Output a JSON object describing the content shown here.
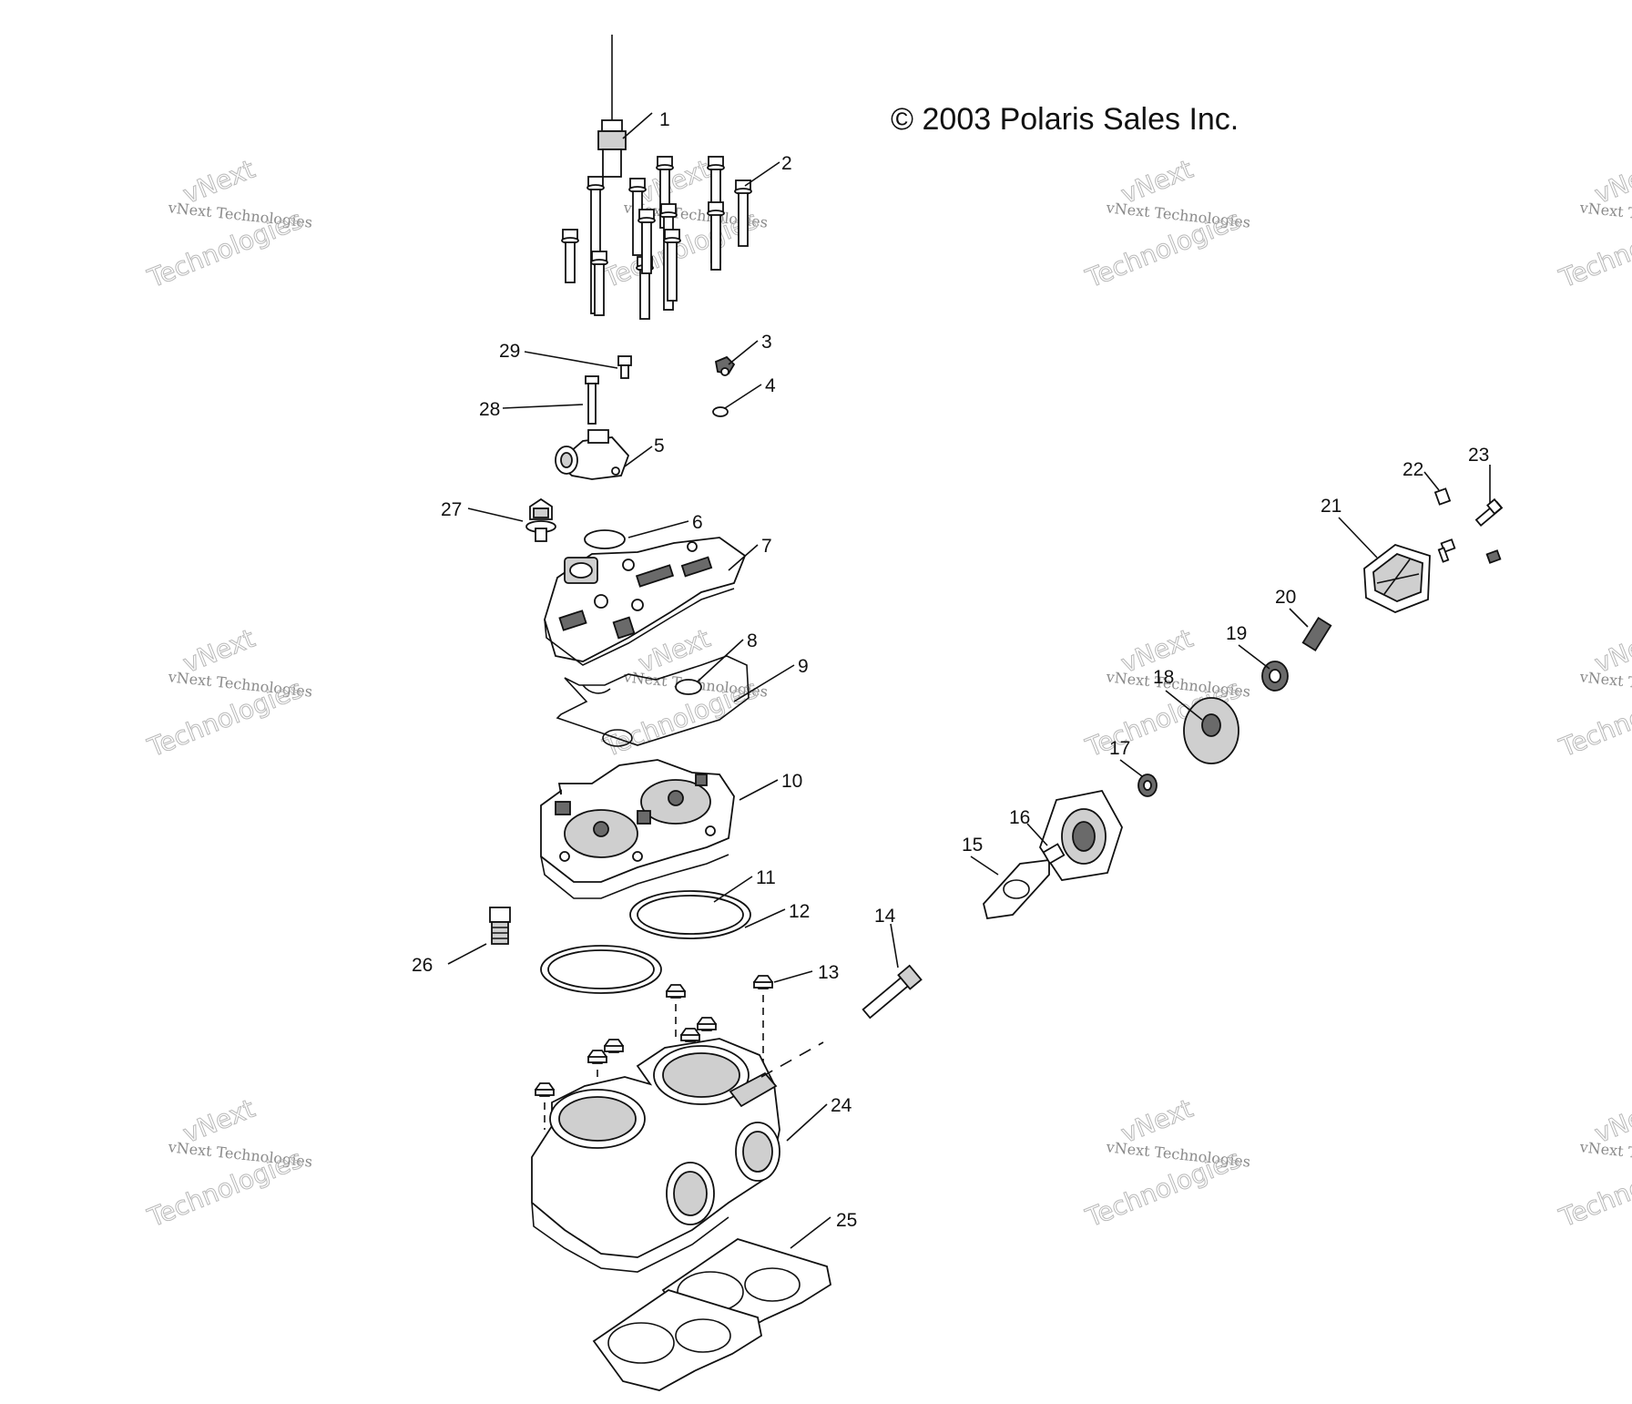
{
  "copyright": "© 2003 Polaris Sales Inc.",
  "watermark": {
    "line1": "vNext",
    "line2": "vNext Technologies",
    "line3": "Technologies"
  },
  "callouts": [
    "1",
    "2",
    "3",
    "4",
    "5",
    "6",
    "7",
    "8",
    "9",
    "10",
    "11",
    "12",
    "13",
    "14",
    "15",
    "16",
    "17",
    "18",
    "19",
    "20",
    "21",
    "22",
    "23",
    "24",
    "25",
    "26",
    "27",
    "28",
    "29"
  ]
}
